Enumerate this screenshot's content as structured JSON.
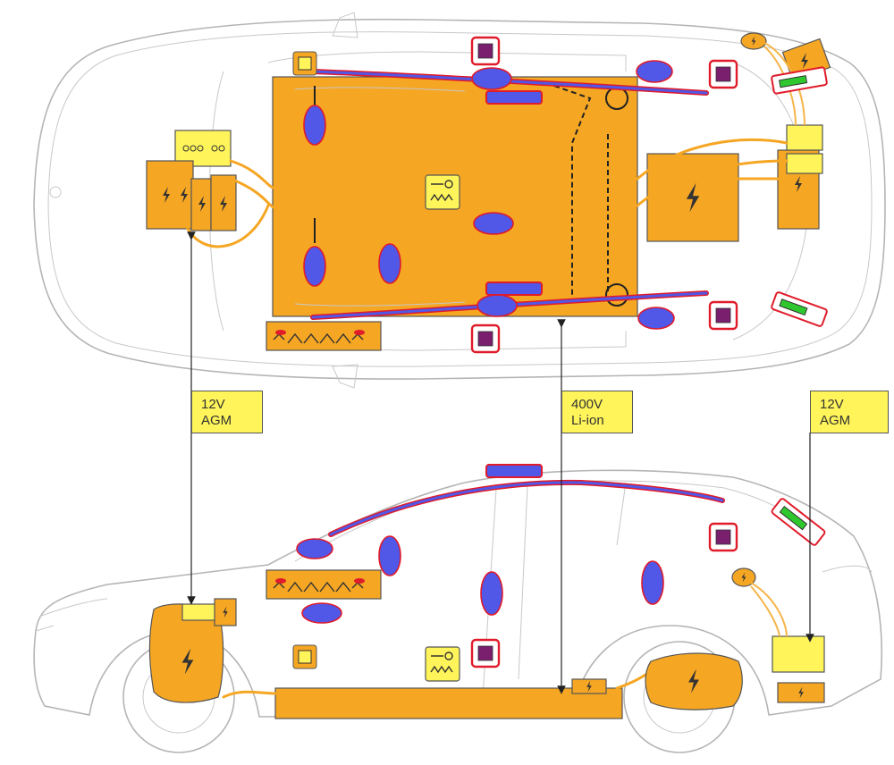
{
  "labels": {
    "front_battery": {
      "line1": "12V",
      "line2": "AGM"
    },
    "hv_battery": {
      "line1": "400V",
      "line2": "Li-ion"
    },
    "rear_battery": {
      "line1": "12V",
      "line2": "AGM"
    }
  },
  "colors": {
    "high_voltage": "#f5a623",
    "airbag": "#5157e6",
    "airbag_outline": "#e01b2a",
    "sensor": "#7a1f6e",
    "low_voltage_battery": "#fff55a",
    "gas_strut": "#2ec82e",
    "outline": "#b5b5b5"
  },
  "icons": {
    "high_voltage": "lightning-bolt-icon",
    "seatbelt_pretensioner": "pretensioner-icon",
    "gas_strut": "gas-strut-icon",
    "crash_sensor": "square-sensor-icon",
    "stored_gas_inflator": "inflator-cylinder-icon",
    "reinforcement": "reinforcement-zone-icon"
  }
}
